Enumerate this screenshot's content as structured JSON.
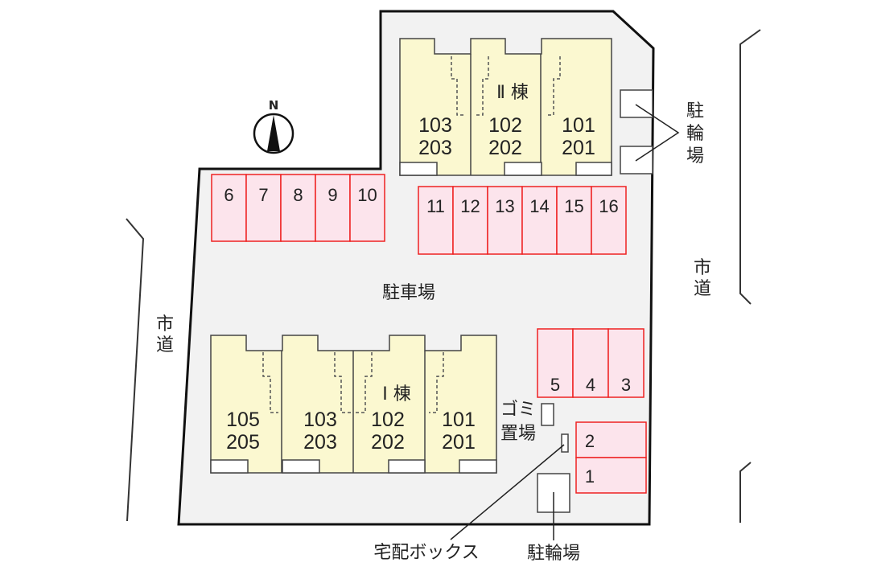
{
  "colors": {
    "lot_fill": "#f2f2f2",
    "lot_stroke": "#111111",
    "building_fill": "#fbf8d0",
    "building_stroke": "#444444",
    "parking_fill": "#fce4ec",
    "parking_stroke": "#ee2222",
    "text": "#222222"
  },
  "compass": {
    "label": "N"
  },
  "roads": {
    "left_label": "市道",
    "right_label": "市道"
  },
  "lot": {
    "label": "駐車場"
  },
  "building_2": {
    "name": "Ⅱ 棟",
    "units": [
      {
        "upper": "103",
        "lower": "203"
      },
      {
        "upper": "102",
        "lower": "202"
      },
      {
        "upper": "101",
        "lower": "201"
      }
    ]
  },
  "building_1": {
    "name": "Ⅰ 棟",
    "units": [
      {
        "upper": "105",
        "lower": "205"
      },
      {
        "upper": "103",
        "lower": "203"
      },
      {
        "upper": "102",
        "lower": "202"
      },
      {
        "upper": "101",
        "lower": "201"
      }
    ]
  },
  "parking": {
    "row_a": [
      "6",
      "7",
      "8",
      "9",
      "10"
    ],
    "row_b": [
      "11",
      "12",
      "13",
      "14",
      "15",
      "16"
    ],
    "row_c": [
      "5",
      "4",
      "3"
    ],
    "row_d": [
      "2",
      "1"
    ]
  },
  "facilities": {
    "bike_parking_top": "駐輪場",
    "bike_parking_bottom": "駐輪場",
    "garbage_1": "ゴミ",
    "garbage_2": "置場",
    "delivery_box": "宅配ボックス"
  }
}
